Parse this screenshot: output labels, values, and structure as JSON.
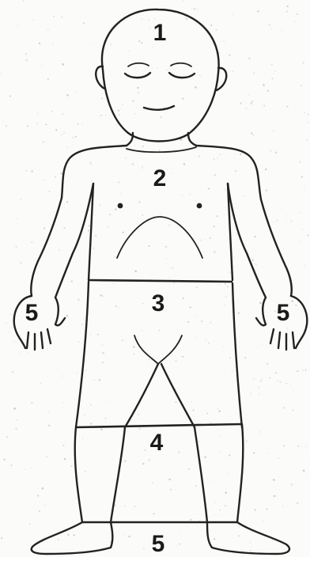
{
  "figure": {
    "regions": [
      {
        "id": "head",
        "label": "1"
      },
      {
        "id": "torso",
        "label": "2"
      },
      {
        "id": "pelvis-thighs",
        "label": "3"
      },
      {
        "id": "knees-shins",
        "label": "4"
      },
      {
        "id": "feet",
        "label": "5"
      },
      {
        "id": "right-hand",
        "label": "5"
      },
      {
        "id": "left-hand",
        "label": "5"
      }
    ],
    "colors": {
      "line": "#222222",
      "paper": "#fbfbf9"
    }
  }
}
